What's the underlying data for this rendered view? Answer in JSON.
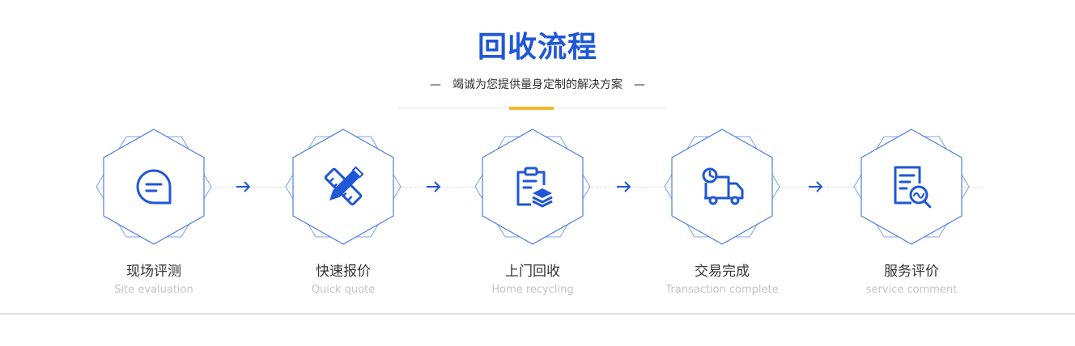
{
  "header": {
    "title": "回收流程",
    "subtitle": "竭诚为您提供量身定制的解决方案",
    "dash_left": "—",
    "dash_right": "—"
  },
  "colors": {
    "brand_blue": "#1f57d6",
    "accent_yellow": "#f4b92c",
    "hex_stroke": "#5b86e0"
  },
  "steps": [
    {
      "title": "现场评测",
      "subtitle": "Site evaluation",
      "icon": "chat-bubble-icon"
    },
    {
      "title": "快速报价",
      "subtitle": "Quick quote",
      "icon": "pencil-ruler-icon"
    },
    {
      "title": "上门回收",
      "subtitle": "Home recycling",
      "icon": "clipboard-stack-icon"
    },
    {
      "title": "交易完成",
      "subtitle": "Transaction complete",
      "icon": "delivery-truck-icon"
    },
    {
      "title": "服务评价",
      "subtitle": "service comment",
      "icon": "document-search-icon"
    }
  ]
}
